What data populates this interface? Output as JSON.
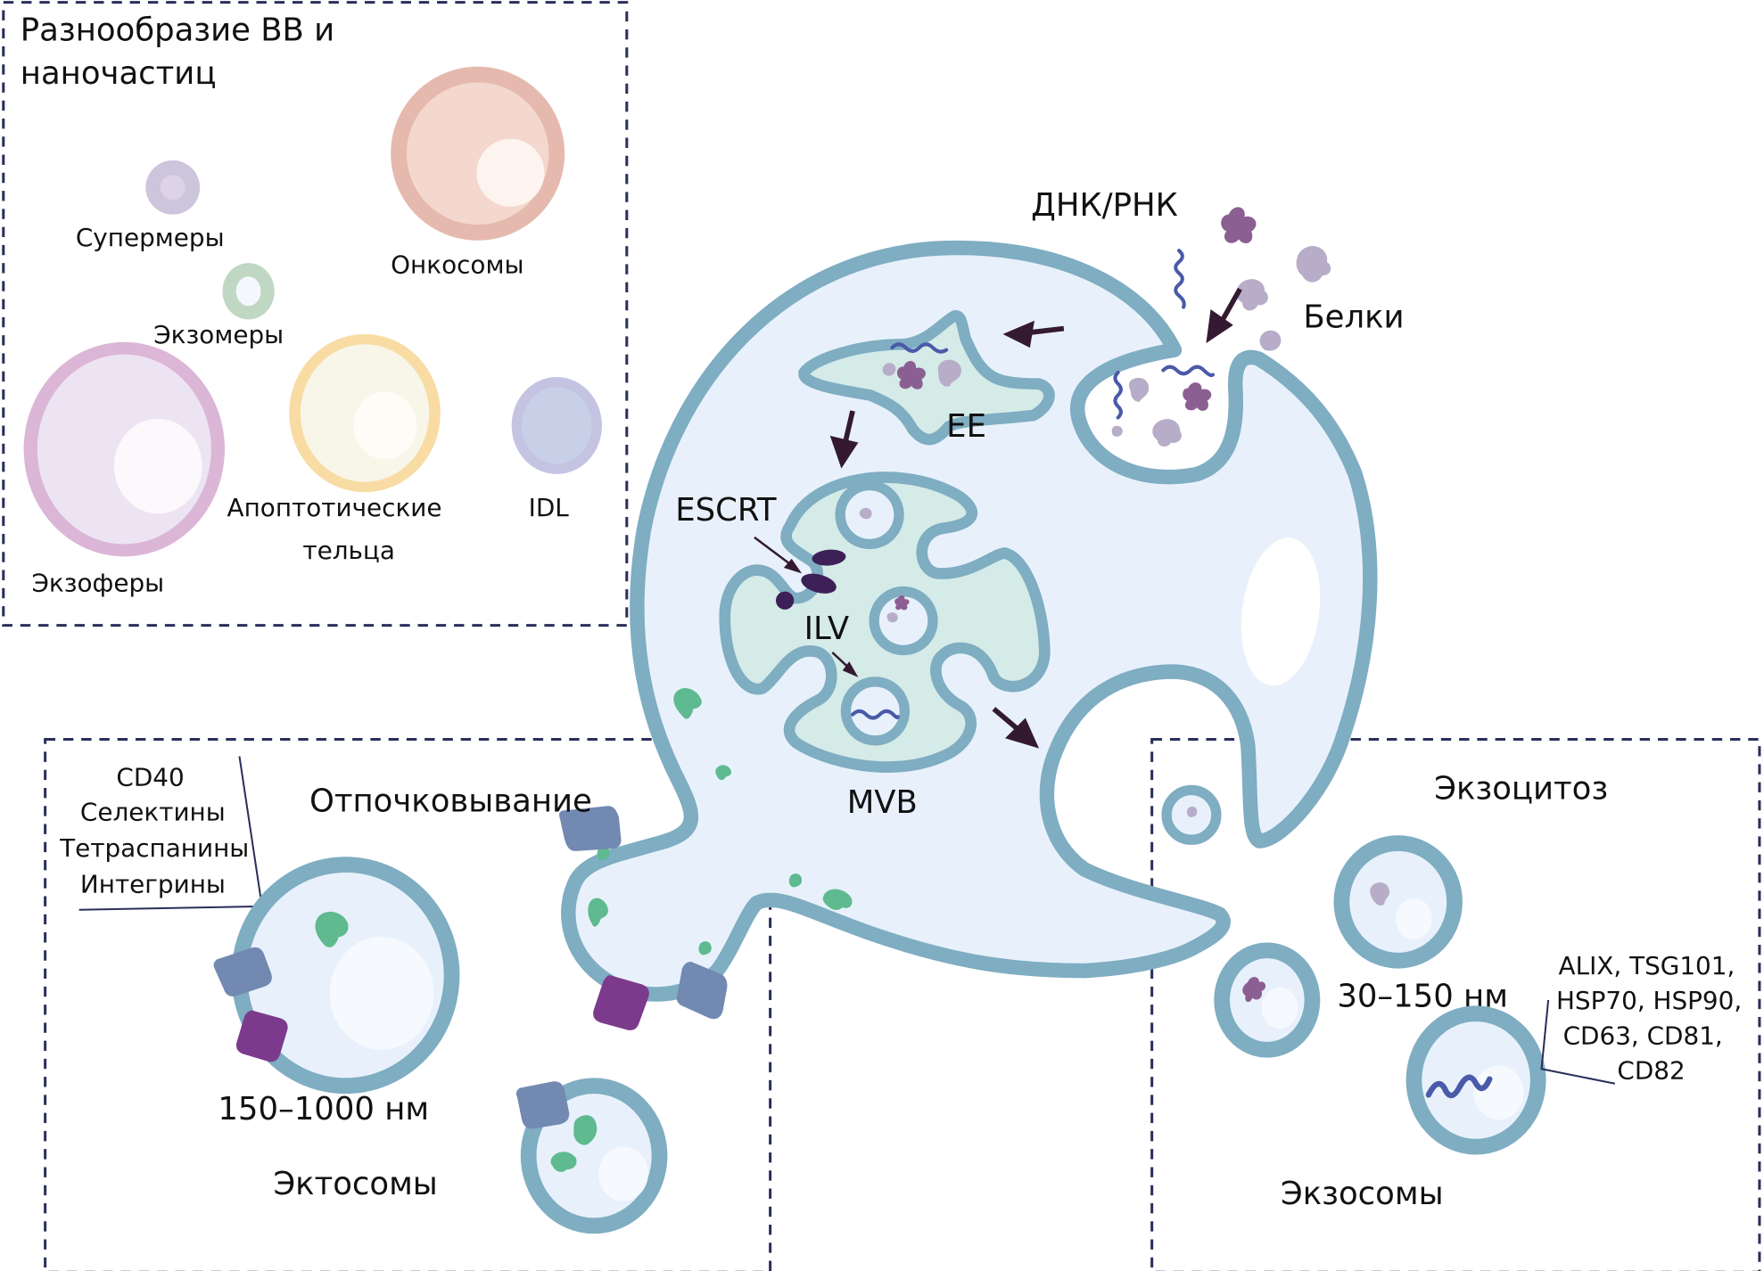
{
  "diversity_panel": {
    "title_line1": "Разнообразие ВВ и",
    "title_line2": "наночастиц",
    "particles": [
      {
        "label": "Супермеры",
        "color": "#cdc5dc"
      },
      {
        "label": "Онкосомы",
        "color": "#e6b9ae"
      },
      {
        "label": "Экзомеры",
        "color": "#bfd7c3"
      },
      {
        "label": "Экзоферы",
        "color": "#dcb6d6"
      },
      {
        "label_line1": "Апоптотические",
        "label_line2": "тельца",
        "color": "#f8dca4"
      },
      {
        "label": "IDL",
        "color": "#c5c3e2"
      }
    ]
  },
  "cell": {
    "uptake_labels": {
      "nucleic": "ДНК/РНК",
      "proteins": "Белки"
    },
    "organelles": {
      "early_endosome": "EE",
      "escrt": "ESCRT",
      "ilv": "ILV",
      "mvb": "MVB"
    }
  },
  "ectosome_panel": {
    "title": "Отпочковывание",
    "markers": [
      "CD40",
      "Селектины",
      "Тетраспанины",
      "Интегрины"
    ],
    "size": "150–1000 нм",
    "name": "Эктосомы"
  },
  "exosome_panel": {
    "title": "Экзоцитоз",
    "size": "30–150 нм",
    "markers": [
      "ALIX, TSG101,",
      "HSP70, HSP90,",
      "CD63, CD81,",
      "CD82"
    ],
    "name": "Экзосомы"
  },
  "colors": {
    "membrane": "#7fadc2",
    "cytoplasm": "#e8f1fb",
    "organelle_lumen": "#d5ebe8",
    "arrow": "#341a30",
    "frame": "#2a2f5a"
  }
}
